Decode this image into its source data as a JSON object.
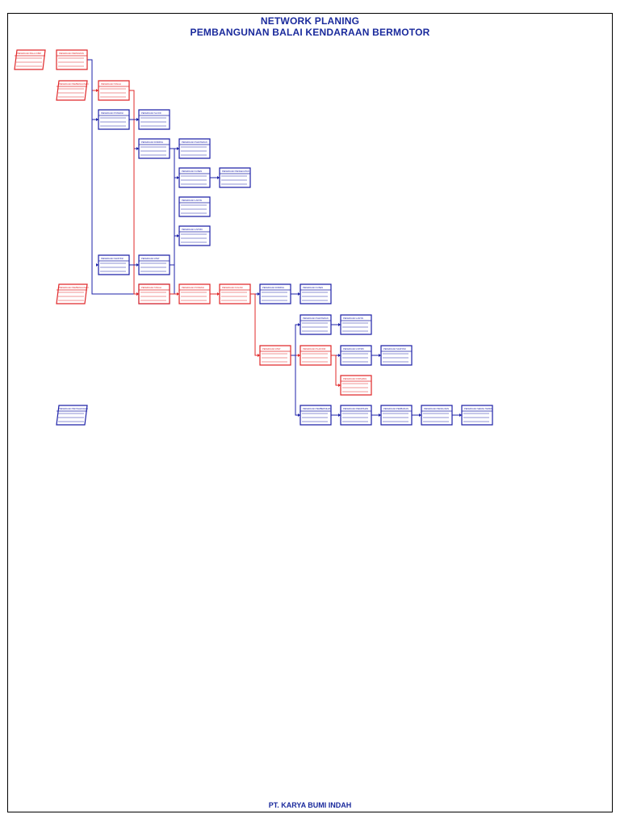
{
  "header": {
    "title": "NETWORK PLANING",
    "subtitle": "PEMBANGUNAN BALAI KENDARAAN BERMOTOR"
  },
  "footer": {
    "company": "PT. KARYA BUMI INDAH"
  },
  "colors": {
    "critical": "#e0282a",
    "normal": "#1e22a8",
    "text": "#1a2a9c",
    "border": "#000000"
  },
  "nodes": [
    {
      "id": "n1",
      "label": "PEKERJAAN BALAI KBM",
      "critical": true,
      "shape": "summary"
    },
    {
      "id": "n2",
      "label": "PEKERJAAN PERSIAPAN",
      "critical": true
    },
    {
      "id": "n3",
      "label": "PEKERJAAN PEMBANGUNAN",
      "critical": true,
      "shape": "summary"
    },
    {
      "id": "n4",
      "label": "PEKERJAAN TANAH",
      "critical": true
    },
    {
      "id": "n5",
      "label": "PEKERJAAN PONDASI",
      "critical": false
    },
    {
      "id": "n6",
      "label": "PEKERJAAN SLOOF",
      "critical": false
    },
    {
      "id": "n7",
      "label": "PEKERJAAN DINDING",
      "critical": false
    },
    {
      "id": "n8",
      "label": "PEKERJAAN PLESTERAN",
      "critical": false
    },
    {
      "id": "n9",
      "label": "PEKERJAAN KUSEN",
      "critical": false
    },
    {
      "id": "n10",
      "label": "PEKERJAAN PENGECATAN",
      "critical": false
    },
    {
      "id": "n11",
      "label": "PEKERJAAN LANTAI",
      "critical": false
    },
    {
      "id": "n12",
      "label": "PEKERJAAN LISTRIK",
      "critical": false
    },
    {
      "id": "n13",
      "label": "PEKERJAAN ATAP",
      "critical": false
    },
    {
      "id": "n14",
      "label": "PEKERJAAN SANITASI",
      "critical": false
    },
    {
      "id": "n15",
      "label": "PEKERJAAN BETON",
      "critical": false
    },
    {
      "id": "n16",
      "label": "PEKERJAAN PEMBANGUNAN",
      "critical": true,
      "shape": "summary"
    },
    {
      "id": "n17",
      "label": "PEKERJAAN TANAH",
      "critical": true
    },
    {
      "id": "n18",
      "label": "PEKERJAAN PONDASI",
      "critical": true
    },
    {
      "id": "n19",
      "label": "PEKERJAAN KOLOM",
      "critical": true
    },
    {
      "id": "n20",
      "label": "PEKERJAAN DINDING",
      "critical": false
    },
    {
      "id": "n21",
      "label": "PEKERJAAN KUSEN",
      "critical": false
    },
    {
      "id": "n22",
      "label": "PEKERJAAN PLESTERAN",
      "critical": false
    },
    {
      "id": "n23",
      "label": "PEKERJAAN LANTAI",
      "critical": false
    },
    {
      "id": "n24",
      "label": "PEKERJAAN ATAP",
      "critical": true
    },
    {
      "id": "n25",
      "label": "PEKERJAAN PLAFOND",
      "critical": true
    },
    {
      "id": "n26",
      "label": "PEKERJAAN LISTRIK",
      "critical": false
    },
    {
      "id": "n27",
      "label": "PEKERJAAN SANITASI",
      "critical": false
    },
    {
      "id": "n28",
      "label": "PEKERJAAN FINISHING",
      "critical": true
    },
    {
      "id": "n29",
      "label": "PEKERJAAN PENYELESAIAN",
      "critical": false,
      "shape": "summary"
    },
    {
      "id": "n30",
      "label": "PEKERJAAN PEMBERSIHAN",
      "critical": false
    },
    {
      "id": "n31",
      "label": "PEKERJAAN PERAPIHAN",
      "critical": false
    },
    {
      "id": "n32",
      "label": "PEKERJAAN PERBAIKAN",
      "critical": false
    },
    {
      "id": "n33",
      "label": "PEKERJAAN PENGUJIAN",
      "critical": false
    },
    {
      "id": "n34",
      "label": "PEKERJAAN SERAH TERIMA",
      "critical": false
    }
  ],
  "edges": [
    {
      "from": "n2",
      "to": "n4",
      "critical": true
    },
    {
      "from": "n2",
      "to": "n5",
      "critical": false
    },
    {
      "from": "n2",
      "to": "n15",
      "critical": false
    },
    {
      "from": "n4",
      "to": "n6",
      "critical": false
    },
    {
      "from": "n4",
      "to": "n7",
      "critical": false
    },
    {
      "from": "n4",
      "to": "n17",
      "critical": true
    },
    {
      "from": "n5",
      "to": "n6",
      "critical": false
    },
    {
      "from": "n7",
      "to": "n8",
      "critical": false
    },
    {
      "from": "n7",
      "to": "n9",
      "critical": false
    },
    {
      "from": "n7",
      "to": "n12",
      "critical": false
    },
    {
      "from": "n7",
      "to": "n13",
      "critical": false
    },
    {
      "from": "n9",
      "to": "n10",
      "critical": false
    },
    {
      "from": "n15",
      "to": "n14",
      "critical": false
    },
    {
      "from": "n17",
      "to": "n18",
      "critical": true
    },
    {
      "from": "n18",
      "to": "n19",
      "critical": true
    },
    {
      "from": "n19",
      "to": "n20",
      "critical": false
    },
    {
      "from": "n19",
      "to": "n24",
      "critical": true
    },
    {
      "from": "n20",
      "to": "n21",
      "critical": false
    },
    {
      "from": "n24",
      "to": "n22",
      "critical": false
    },
    {
      "from": "n24",
      "to": "n25",
      "critical": true
    },
    {
      "from": "n24",
      "to": "n30",
      "critical": false
    },
    {
      "from": "n22",
      "to": "n23",
      "critical": false
    },
    {
      "from": "n25",
      "to": "n26",
      "critical": false
    },
    {
      "from": "n25",
      "to": "n28",
      "critical": true
    },
    {
      "from": "n26",
      "to": "n27",
      "critical": false
    },
    {
      "from": "n30",
      "to": "n31",
      "critical": false
    },
    {
      "from": "n31",
      "to": "n32",
      "critical": false
    },
    {
      "from": "n32",
      "to": "n33",
      "critical": false
    },
    {
      "from": "n33",
      "to": "n34",
      "critical": false
    }
  ]
}
